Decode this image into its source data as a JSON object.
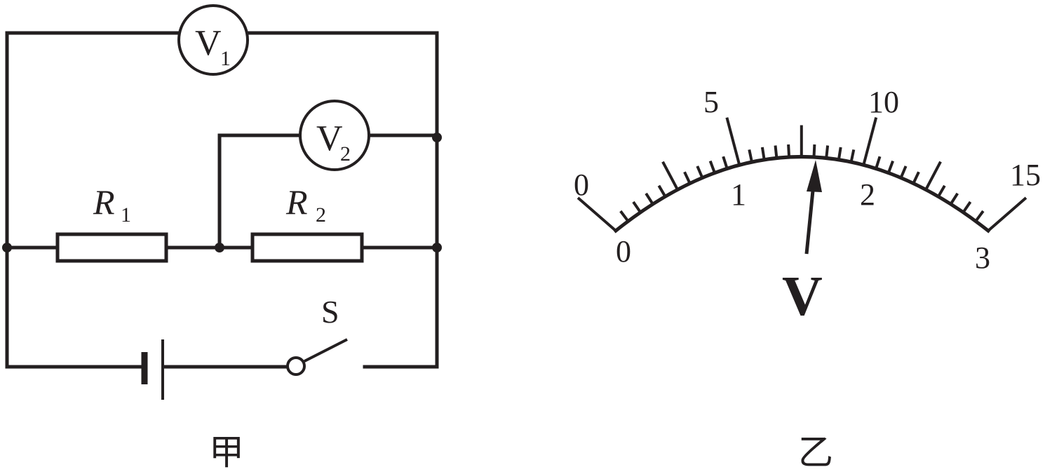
{
  "figure_a": {
    "voltmeter_1": {
      "letter": "V",
      "subscript": "1"
    },
    "voltmeter_2": {
      "letter": "V",
      "subscript": "2"
    },
    "resistor_1": {
      "letter": "R",
      "subscript": "1"
    },
    "resistor_2": {
      "letter": "R",
      "subscript": "2"
    },
    "switch_label": "S",
    "caption": "甲"
  },
  "figure_b": {
    "unit_symbol": "V",
    "caption": "乙",
    "scale_max": 3,
    "major_labels_inner": [
      "0",
      "1",
      "2",
      "3"
    ],
    "major_labels_outer": [
      "0",
      "5",
      "10",
      "15"
    ],
    "needle_reading_small_range": 1.5,
    "needle_reading_large_range": 7.5
  }
}
